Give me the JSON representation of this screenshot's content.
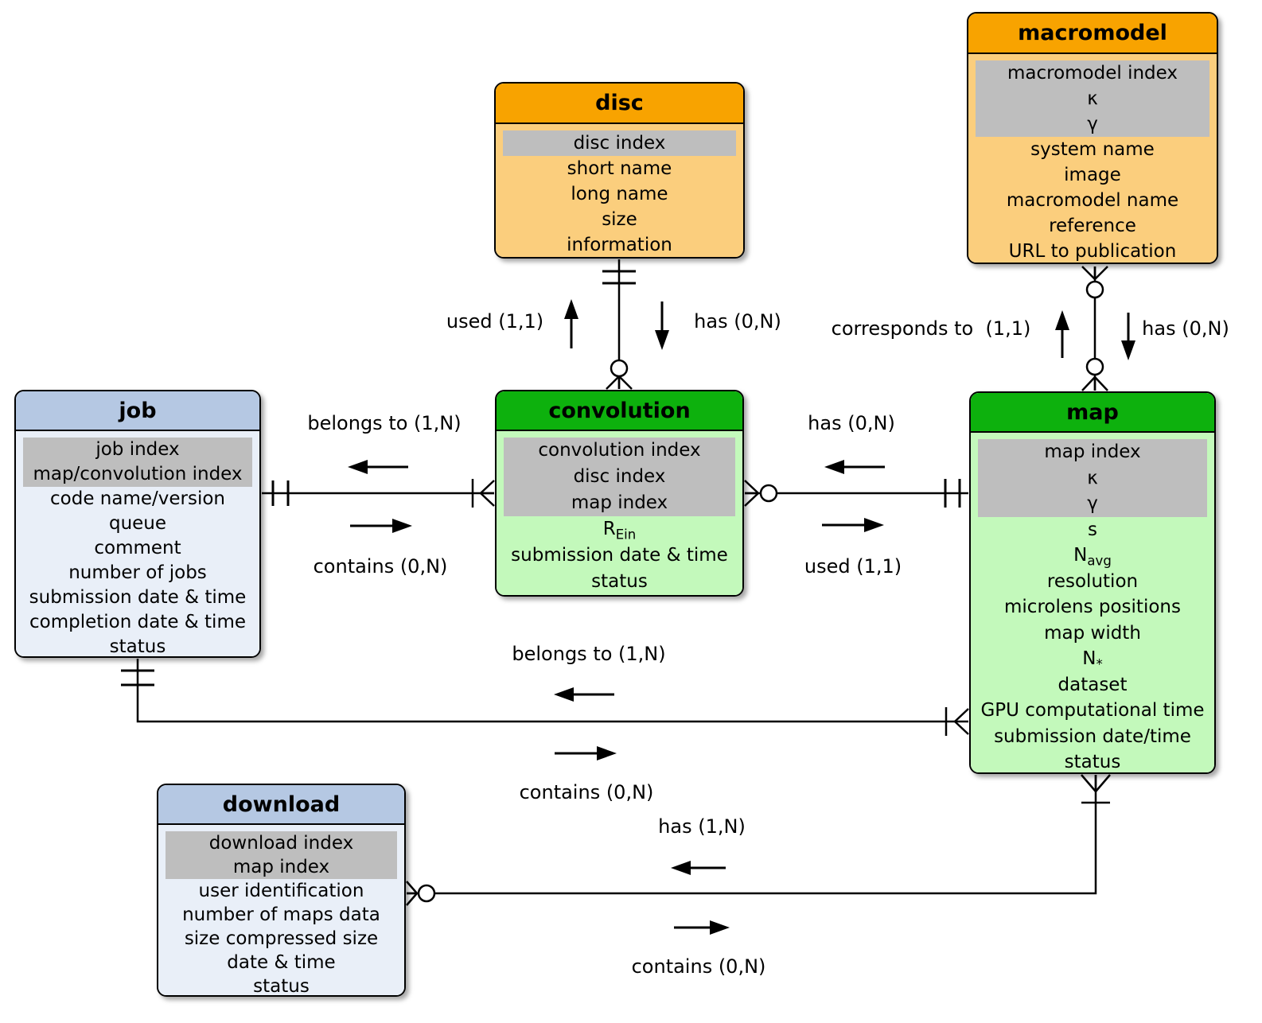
{
  "diagram": {
    "type": "entity-relationship",
    "notation": "crow's foot",
    "colors": {
      "orange_header": "#F8A300",
      "orange_body": "#FBCE7D",
      "green_header": "#0DB10D",
      "green_body": "#C3F9BB",
      "blue_header": "#B5C8E3",
      "blue_body": "#E9EFF8",
      "key_band_gray": "#BEBEBE",
      "line_black": "#000000"
    }
  },
  "entities": {
    "disc": {
      "title": "disc",
      "attributes": [
        {
          "label": "disc index",
          "key": true
        },
        {
          "label": "short name"
        },
        {
          "label": "long name"
        },
        {
          "label": "size"
        },
        {
          "label": "information"
        }
      ]
    },
    "macromodel": {
      "title": "macromodel",
      "attributes": [
        {
          "label": "macromodel index",
          "key": true
        },
        {
          "label": "κ",
          "key": true
        },
        {
          "label": "γ",
          "key": true
        },
        {
          "label": "system name"
        },
        {
          "label": "image"
        },
        {
          "label": "macromodel name"
        },
        {
          "label": "reference"
        },
        {
          "label": "URL to publication"
        }
      ]
    },
    "job": {
      "title": "job",
      "attributes": [
        {
          "label": "job index",
          "key": true
        },
        {
          "label": "map/convolution index",
          "key": true
        },
        {
          "label": "code name/version"
        },
        {
          "label": "queue"
        },
        {
          "label": "comment"
        },
        {
          "label": "number of jobs"
        },
        {
          "label": "submission date & time"
        },
        {
          "label": "completion date & time"
        },
        {
          "label": "status"
        }
      ]
    },
    "convolution": {
      "title": "convolution",
      "attributes": [
        {
          "label": "convolution index",
          "key": true
        },
        {
          "label": "disc index",
          "key": true
        },
        {
          "label": "map index",
          "key": true
        },
        {
          "base": "R",
          "sub": "Ein"
        },
        {
          "label": "submission date & time"
        },
        {
          "label": "status"
        }
      ]
    },
    "map": {
      "title": "map",
      "attributes": [
        {
          "label": "map index",
          "key": true
        },
        {
          "label": "κ",
          "key": true
        },
        {
          "label": "γ",
          "key": true
        },
        {
          "label": "s"
        },
        {
          "base": "N",
          "sub": "avg"
        },
        {
          "label": "resolution"
        },
        {
          "label": "microlens positions"
        },
        {
          "label": "map width"
        },
        {
          "base": "N",
          "sub": "*"
        },
        {
          "label": "dataset"
        },
        {
          "label": "GPU computational time"
        },
        {
          "label": "submission date/time"
        },
        {
          "label": "status"
        }
      ]
    },
    "download": {
      "title": "download",
      "attributes": [
        {
          "label": "download index",
          "key": true
        },
        {
          "label": "map index",
          "key": true
        },
        {
          "label": "user identification"
        },
        {
          "label": "number of maps data"
        },
        {
          "label": "size compressed size"
        },
        {
          "label": "date & time"
        },
        {
          "label": "status"
        }
      ]
    }
  },
  "relationships": {
    "disc_convolution": {
      "left_label": "used (1,1)",
      "right_label": "has (0,N)",
      "disc_end": "one-and-only-one",
      "convolution_end": "zero-or-many"
    },
    "macromodel_map": {
      "left_label": "corresponds to  (1,1)",
      "right_label": "has (0,N)",
      "macromodel_end": "zero-or-many",
      "map_end": "zero-or-many"
    },
    "job_convolution": {
      "top_label": "belongs to (1,N)",
      "bottom_label": "contains (0,N)",
      "job_end": "one-and-only-one",
      "convolution_end": "one-or-many"
    },
    "convolution_map": {
      "top_label": "has (0,N)",
      "bottom_label": "used (1,1)",
      "convolution_end": "zero-or-many",
      "map_end": "one-and-only-one"
    },
    "job_map": {
      "top_label": "belongs to (1,N)",
      "bottom_label": "contains (0,N)",
      "job_end": "one-and-only-one",
      "map_end": "one-or-many"
    },
    "download_map": {
      "top_label": "has (1,N)",
      "bottom_label": "contains (0,N)",
      "download_end": "zero-or-many",
      "map_end": "one-or-many"
    }
  }
}
